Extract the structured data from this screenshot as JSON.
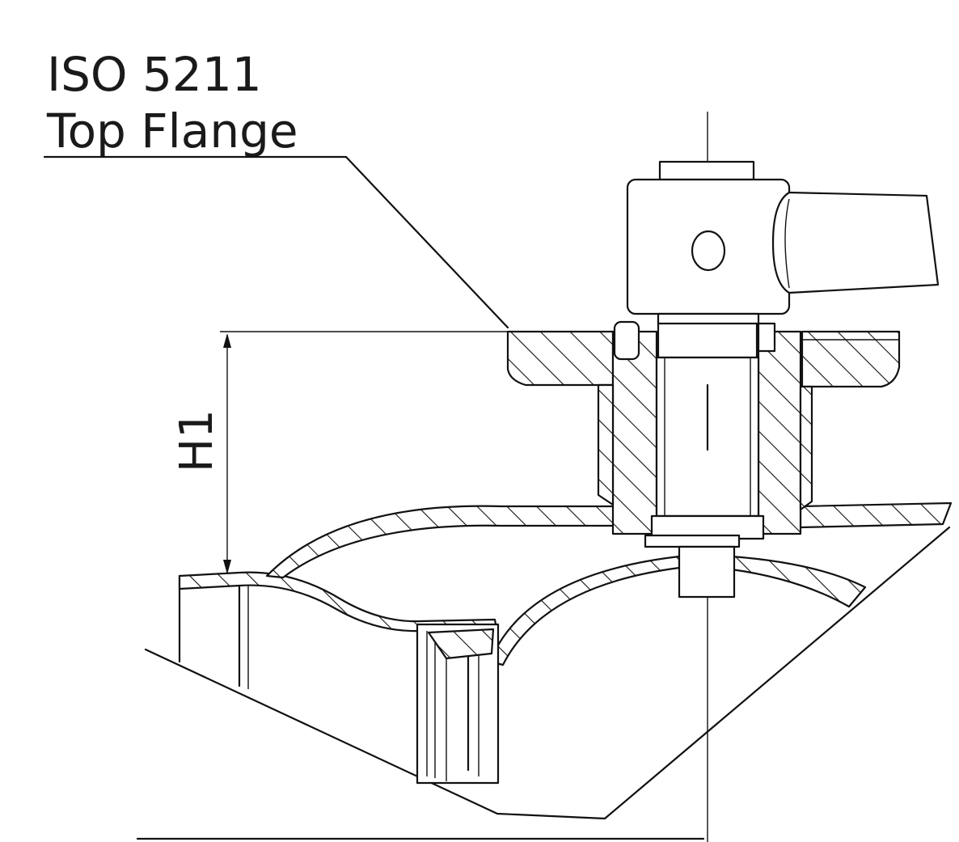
{
  "callout": {
    "line1": "ISO 5211",
    "line2": "Top Flange"
  },
  "dimension": {
    "label": "H1"
  },
  "colors": {
    "ink": "#111111",
    "background": "#ffffff"
  }
}
